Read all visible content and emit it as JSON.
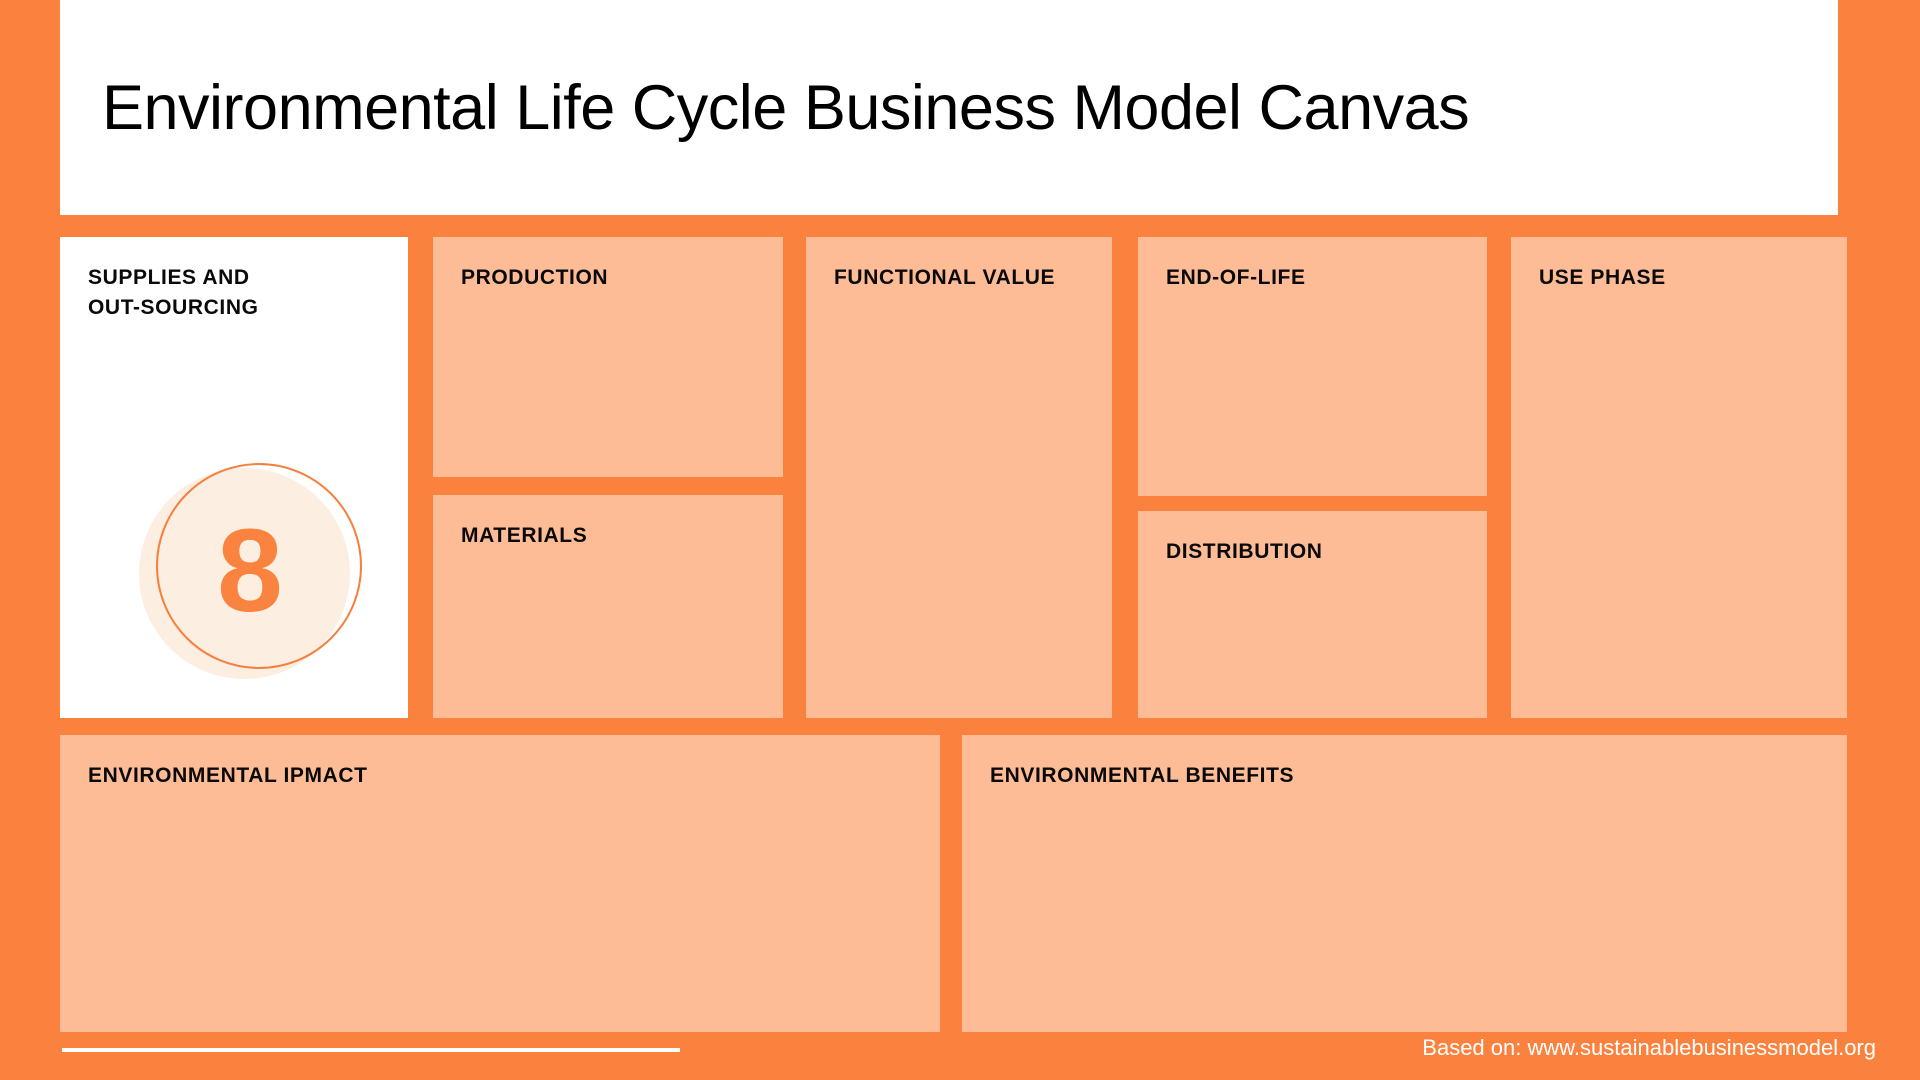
{
  "theme": {
    "background_orange": "#fb823e",
    "panel_peach": "#fdbc96",
    "panel_white": "#ffffff",
    "badge_fill": "#fdeee2",
    "badge_accent": "#fa8340",
    "text_dark": "#0a0a0a",
    "footer_text": "#ffffff"
  },
  "header": {
    "title": "Environmental Life Cycle Business Model Canvas"
  },
  "badge": {
    "number": "8"
  },
  "panels": {
    "supplies": {
      "label": "SUPPLIES AND\nOUT-SOURCING"
    },
    "production": {
      "label": "PRODUCTION"
    },
    "materials": {
      "label": "MATERIALS"
    },
    "functional_value": {
      "label": "FUNCTIONAL VALUE"
    },
    "end_of_life": {
      "label": "END-OF-LIFE"
    },
    "distribution": {
      "label": "DISTRIBUTION"
    },
    "use_phase": {
      "label": "USE PHASE"
    },
    "environmental_impact": {
      "label": "ENVIRONMENTAL IPMACT"
    },
    "environmental_benefits": {
      "label": "ENVIRONMENTAL BENEFITS"
    }
  },
  "footer": {
    "credit": "Based on: www.sustainablebusinessmodel.org"
  }
}
